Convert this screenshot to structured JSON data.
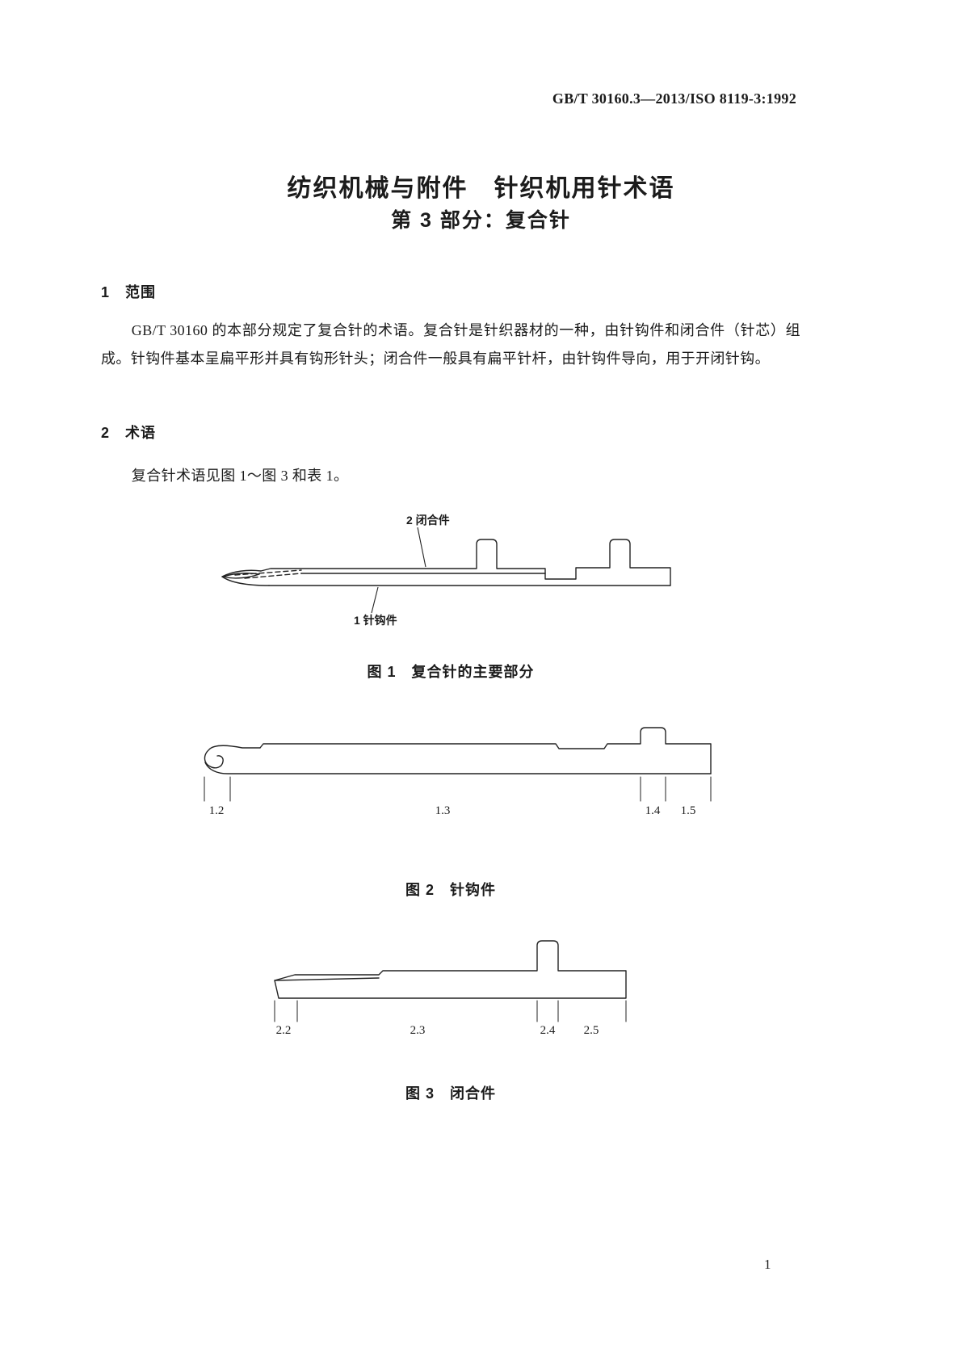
{
  "header": {
    "standard_number": "GB/T 30160.3—2013/ISO 8119-3:1992"
  },
  "title": {
    "line1": "纺织机械与附件　针织机用针术语",
    "line2": "第 3 部分：复合针"
  },
  "sections": {
    "scope": {
      "heading": "1　范围",
      "paragraph": "GB/T 30160 的本部分规定了复合针的术语。复合针是针织器材的一种，由针钩件和闭合件（针芯）组成。针钩件基本呈扁平形并具有钩形针头；闭合件一般具有扁平针杆，由针钩件导向，用于开闭针钩。"
    },
    "terms": {
      "heading": "2　术语",
      "paragraph": "复合针术语见图 1～图 3 和表 1。"
    }
  },
  "figures": {
    "fig1": {
      "caption": "图 1　复合针的主要部分",
      "label_closer": "2  闭合件",
      "label_hook": "1  针钩件"
    },
    "fig2": {
      "caption": "图 2　针钩件",
      "dims": [
        "1.2",
        "1.3",
        "1.4",
        "1.5"
      ]
    },
    "fig3": {
      "caption": "图 3　闭合件",
      "dims": [
        "2.2",
        "2.3",
        "2.4",
        "2.5"
      ]
    }
  },
  "footer": {
    "page_number": "1"
  }
}
